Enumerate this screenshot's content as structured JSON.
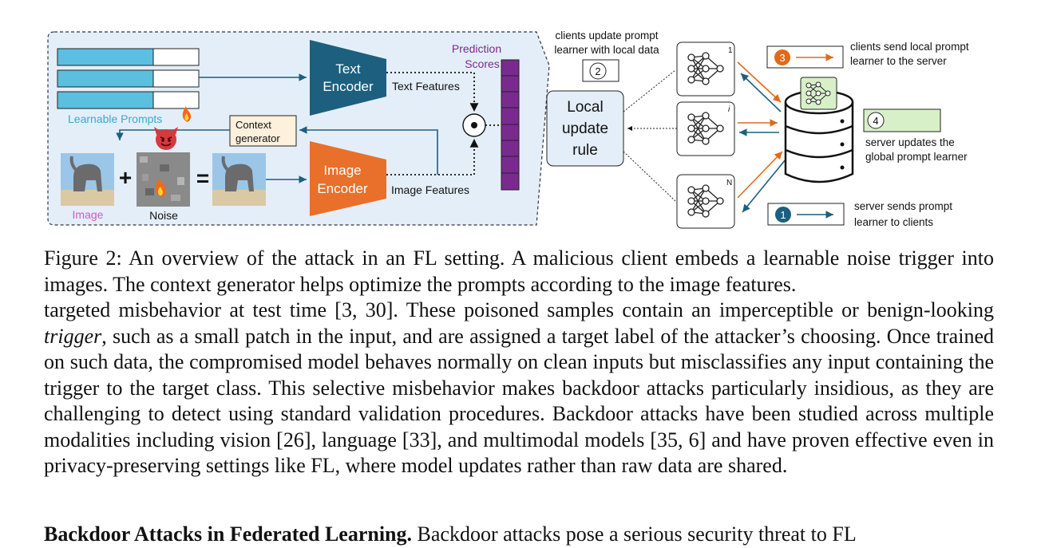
{
  "figure": {
    "left_panel": {
      "learnable_prompts_label": "Learnable Prompts",
      "text_encoder_label": [
        "Text",
        "Encoder"
      ],
      "image_encoder_label": [
        "Image",
        "Encoder"
      ],
      "text_features_label": "Text Features",
      "image_features_label": "Image Features",
      "prediction_scores_label": [
        "Prediction",
        "Scores"
      ],
      "context_generator_label": [
        "Context",
        "generator"
      ],
      "image_label": "Image",
      "noise_label": "Noise",
      "plus_symbol": "+",
      "equals_symbol": "="
    },
    "right_panel": {
      "local_update_rule_label": [
        "Local",
        "update",
        "rule"
      ],
      "step2_number": "2",
      "step2_text": [
        "clients update prompt",
        "learner with local data"
      ],
      "step3_number": "3",
      "step3_text": [
        "clients send local prompt",
        "learner to the server"
      ],
      "step4_number": "4",
      "step4_text": [
        "server updates the",
        "global prompt learner"
      ],
      "step1_number": "1",
      "step1_text": [
        "server sends prompt",
        "learner to clients"
      ],
      "client_indices": [
        "1",
        "i",
        "N"
      ]
    },
    "colors": {
      "prompt_blue": "#5bbfe0",
      "text_encoder": "#1d5f7e",
      "image_encoder": "#e8702a",
      "prediction_scores": "#7a2a8f",
      "server_send": "#1d5f7e",
      "client_send": "#e06a1a",
      "step4_box": "#d8f0c8",
      "panel_bg": "#e4eef8"
    }
  },
  "caption": "Figure 2: An overview of the attack in an FL setting. A malicious client embeds a learnable noise trigger into images. The context generator helps optimize the prompts according to the image features.",
  "body_text": {
    "part1": "targeted misbehavior at test time [3, 30]. These poisoned samples contain an imperceptible or benign-looking ",
    "emphasis": "trigger",
    "part2": ", such as a small patch in the input, and are assigned a target label of the attacker’s choosing. Once trained on such data, the compromised model behaves normally on clean inputs but misclassifies any input containing the trigger to the target class. This selective misbehavior makes backdoor attacks particularly insidious, as they are challenging to detect using standard validation procedures. Backdoor attacks have been studied across multiple modalities including vision [26], language [33], and multimodal models [35, 6] and have proven effective even in privacy-preserving settings like FL, where model updates rather than raw data are shared."
  },
  "section": {
    "heading": "Backdoor Attacks in Federated Learning.",
    "text": " Backdoor attacks pose a serious security threat to FL"
  }
}
